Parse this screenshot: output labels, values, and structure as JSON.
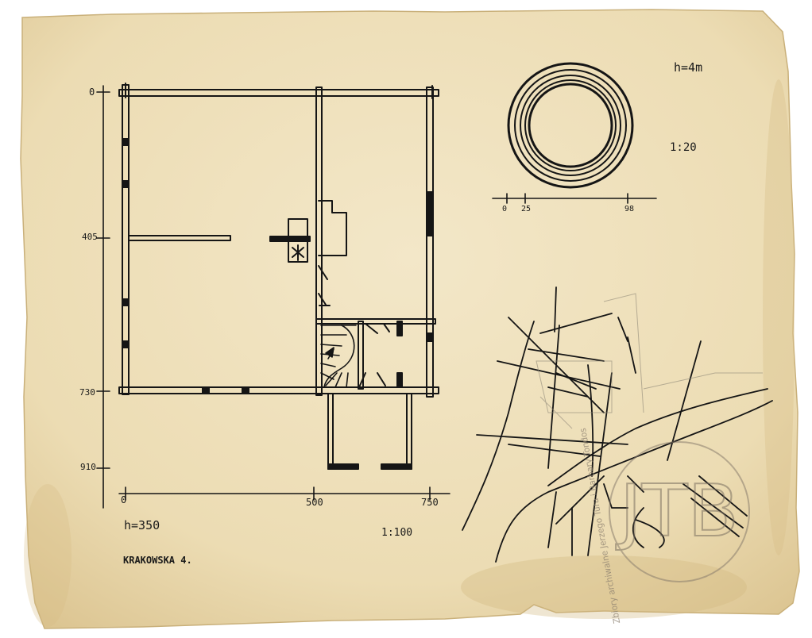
{
  "plan": {
    "dimension_labels": {
      "y0": "0",
      "y405": "405",
      "y730": "730",
      "y910": "910",
      "x0": "0",
      "x500": "500",
      "x750": "750"
    },
    "height_label": "h=350",
    "scale_label": "1:100",
    "address_label": "KRAKOWSKA 4."
  },
  "well": {
    "height_label": "h=4m",
    "scale_label": "1:20",
    "dimension_labels": {
      "d0": "0",
      "d25": "25",
      "d98": "98"
    }
  },
  "watermark": {
    "monogram": "JTB",
    "caption": "Zbiory archiwalne Jerzego Tura i Barbary Tondos"
  },
  "colors": {
    "paper": "#efe1bd",
    "paper_edge": "#d9c493",
    "ink": "#151515",
    "watermark": "#8a7e6e"
  }
}
